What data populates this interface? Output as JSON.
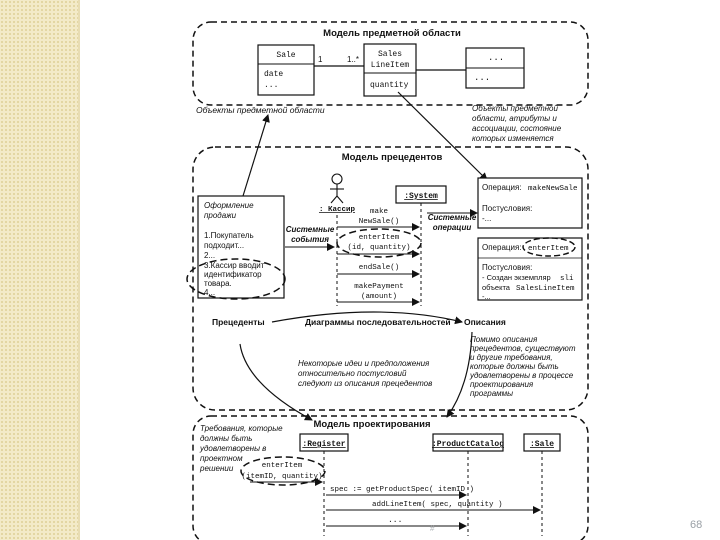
{
  "domain_model": {
    "title": "Модель предметной области",
    "sale_class": {
      "name": "Sale",
      "attr1": "date",
      "attr2": "..."
    },
    "lineitem_class": {
      "name_line1": "Sales",
      "name_line2": "LineItem",
      "attr": "quantity"
    },
    "multiplicity_left": "1",
    "multiplicity_right": "1..*",
    "other_class": {
      "line1": "...",
      "line2": "..."
    },
    "note_left": "Объекты предметной области",
    "note_right": [
      "Объекты предметной",
      "области, атрибуты и",
      "ассоциации, состояние",
      "которых изменяется"
    ]
  },
  "usecase_model": {
    "title": "Модель прецедентов",
    "usecase_text": {
      "line1": "Оформление",
      "line2": "продажи",
      "line3": "1.Покупатель",
      "line4": "подходит...",
      "line5": "2...",
      "line6": "3.Кассир вводит",
      "line7": "идентификатор",
      "line8": "товара.",
      "line9": "4..."
    },
    "actor_label": ": Кассир",
    "system_label": ":System",
    "messages": {
      "m1_line1": "make",
      "m1_line2": "NewSale()",
      "m2_line1": "enterItem",
      "m2_line2": "(id, quantity)",
      "m3": "endSale()",
      "m4_line1": "makePayment",
      "m4_line2": "(amount)"
    },
    "system_events": [
      "Системные",
      "события"
    ],
    "system_operations": [
      "Системные",
      "операции"
    ],
    "contract1": {
      "op_label": "Операция:",
      "op_name": "makeNewSale",
      "post": "Постусловия:",
      "item": "-..."
    },
    "contract2": {
      "op_label": "Операция:",
      "op_name": "enterItem",
      "post": "Постусловия:",
      "item1_a": "- Создан экземпляр",
      "item1_b": "sli",
      "item2_a": "объекта",
      "item2_b": "SalesLineItem",
      "item3": "-..."
    },
    "label_usecases": "Прецеденты",
    "label_ssd": "Диаграммы последовательностей",
    "label_contracts": "Описания",
    "note_bottom": [
      "Некоторые идеи и предположения",
      "относительно постусловий",
      "следуют из описания прецедентов"
    ],
    "note_right": [
      "Помимо описания",
      "прецедентов, существуют",
      "и другие требования,",
      "которые должны быть",
      "удовлетворены в процессе",
      "проектирования",
      "программы"
    ]
  },
  "design_model": {
    "title": "Модель проектирования",
    "requirements_note": [
      "Требования, которые",
      "должны быть",
      "удовлетворены в",
      "проектном",
      "решении"
    ],
    "register": ":Register",
    "catalog": ":ProductCatalog",
    "sale": ":Sale",
    "enter_item_line1": "enterItem",
    "enter_item_line2": "(itemID, quantity)",
    "msg1": "spec := getProductSpec( itemID )",
    "msg2": "addLineItem( spec, quantity )",
    "msg3": "..."
  },
  "footer": {
    "hash": "#",
    "page_number": "68"
  }
}
